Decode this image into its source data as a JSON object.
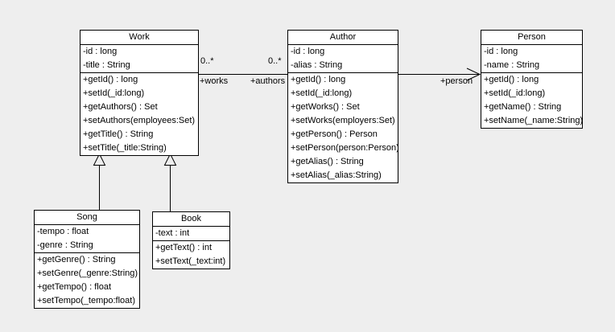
{
  "diagram": {
    "type": "uml-class-diagram",
    "background_color": "#eeeeee",
    "class_fill_color": "#ffffff",
    "line_color": "#000000",
    "text_color": "#000000"
  },
  "classes": {
    "work": {
      "title": "Work",
      "attributes": [
        "-id : long",
        "-title : String"
      ],
      "methods": [
        "+getId() : long",
        "+setId(_id:long)",
        "+getAuthors() : Set",
        "+setAuthors(employees:Set)",
        "+getTitle() : String",
        "+setTitle(_title:String)"
      ]
    },
    "author": {
      "title": "Author",
      "attributes": [
        "-id : long",
        "-alias : String"
      ],
      "methods": [
        "+getId() : long",
        "+setId(_id:long)",
        "+getWorks() : Set",
        "+setWorks(employers:Set)",
        "+getPerson() : Person",
        "+setPerson(person:Person)",
        "+getAlias() : String",
        "+setAlias(_alias:String)"
      ]
    },
    "person": {
      "title": "Person",
      "attributes": [
        "-id : long",
        "-name : String"
      ],
      "methods": [
        "+getId() : long",
        "+setId(_id:long)",
        "+getName() : String",
        "+setName(_name:String)"
      ]
    },
    "song": {
      "title": "Song",
      "attributes": [
        "-tempo : float",
        "-genre : String"
      ],
      "methods": [
        "+getGenre() : String",
        "+setGenre(_genre:String)",
        "+getTempo() : float",
        "+setTempo(_tempo:float)"
      ]
    },
    "book": {
      "title": "Book",
      "attributes": [
        "-text : int"
      ],
      "methods": [
        "+getText() : int",
        "+setText(_text:int)"
      ]
    }
  },
  "associations": {
    "work_author": {
      "work_end_multiplicity": "0..*",
      "author_end_multiplicity": "0..*",
      "work_end_role": "+works",
      "author_end_role": "+authors"
    },
    "author_person": {
      "person_end_role": "+person"
    }
  }
}
